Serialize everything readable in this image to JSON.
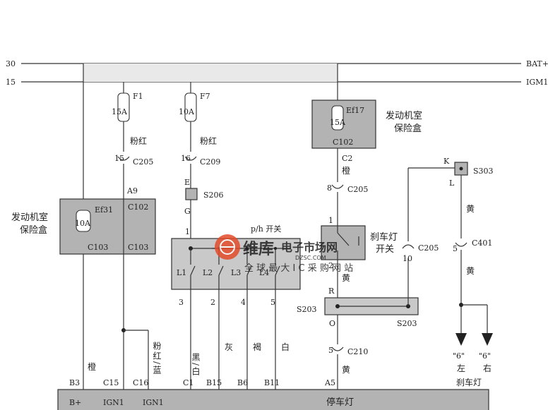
{
  "buses": {
    "top": {
      "left": "30",
      "right": "BAT+"
    },
    "second": {
      "left": "15",
      "right": "IGM1"
    }
  },
  "fuses": {
    "f1": {
      "name": "F1",
      "rating": "15A"
    },
    "f7": {
      "name": "F7",
      "rating": "10A"
    },
    "ef17": {
      "name": "Ef17",
      "rating": "15A"
    },
    "ef31": {
      "name": "Ef31",
      "rating": "10A"
    }
  },
  "wire_colors": {
    "f1_color": "粉红",
    "f7_color": "粉红",
    "ef17_color": "橙",
    "s303_color": "黄",
    "s303_color2": "黄",
    "b3_color": "橙",
    "c16_color": "粉红/蓝",
    "switch_out_color": "黄",
    "c210_color": "黄",
    "l1_color": "黑/白",
    "l2_color": "灰",
    "l3_color": "褐",
    "l4_color": "白"
  },
  "connectors": {
    "c205_15": {
      "pin": "15",
      "name": "C205"
    },
    "c209_16": {
      "pin": "16",
      "name": "C209"
    },
    "c205_8": {
      "pin": "8",
      "name": "C205"
    },
    "c205_10": {
      "pin": "10",
      "name": "C205"
    },
    "c401_5": {
      "pin": "5",
      "name": "C401"
    },
    "c210_5": {
      "pin": "5",
      "name": "C210"
    },
    "c102_a9": {
      "pin": "A9",
      "name": "C102"
    },
    "c102_c2": {
      "pin": "C2",
      "name": "C102"
    }
  },
  "splices": {
    "s206": {
      "name": "S206",
      "top": "E",
      "bottom": "G"
    },
    "s303": {
      "name": "S303",
      "top": "K",
      "bottom": "L"
    },
    "s203": {
      "name": "S203",
      "name2": "S203",
      "top": "R",
      "bottom": "O"
    }
  },
  "boxes": {
    "left_fusebox": {
      "label_line1": "发动机室",
      "label_line2": "保险盒",
      "c103_a": "C103",
      "c103_b": "C103",
      "c102": "C102"
    },
    "right_fusebox": {
      "label_line1": "发动机室",
      "label_line2": "保险盒"
    },
    "ph_switch": {
      "label": "p/h 开关",
      "pin_in": "1",
      "contacts": [
        "L1",
        "L2",
        "L3",
        "L4"
      ],
      "pins": [
        "3",
        "2",
        "4",
        "5"
      ]
    },
    "brake_switch": {
      "label_line1": "刹车灯",
      "label_line2": "开关",
      "pin_in": "1",
      "pin_out": "2"
    }
  },
  "module": {
    "pins_top": [
      "B3",
      "C15",
      "C16",
      "C1",
      "B15",
      "B6",
      "B11",
      "A5"
    ],
    "pins_inside": [
      "B+",
      "IGN1",
      "IGN1"
    ],
    "title": "停车灯"
  },
  "outputs": {
    "left": {
      "number": "\"6\"",
      "side": "左"
    },
    "right": {
      "number": "\"6\"",
      "side": "右"
    },
    "caption": "刹车灯"
  },
  "watermark": {
    "brand": "维库",
    "title": "电子市场网",
    "url": "DZSC.COM",
    "subtitle": "全 球 最 大 I C 采 购 网 站"
  }
}
